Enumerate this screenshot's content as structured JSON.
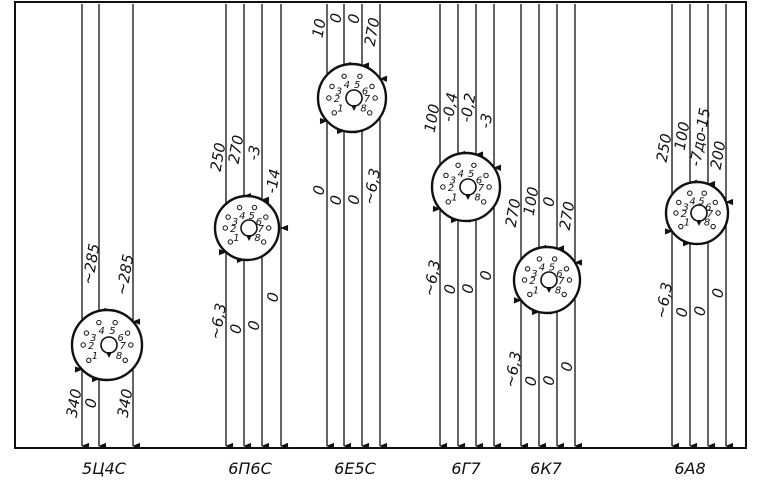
{
  "tubes": [
    {
      "name": "5Ц4С",
      "pins": [
        "1",
        "2",
        "3",
        "4",
        "5",
        "6",
        "7",
        "8"
      ],
      "wires": [
        {
          "top": "",
          "bottom": "340"
        },
        {
          "top": "~285",
          "bottom": "0"
        },
        {
          "top": "~285",
          "bottom": "340"
        }
      ]
    },
    {
      "name": "6П6С",
      "pins": [
        "1",
        "2",
        "3",
        "4",
        "5",
        "6",
        "7",
        "8"
      ],
      "wires": [
        {
          "top": "250",
          "bottom": "~6,3"
        },
        {
          "top": "270",
          "bottom": "0"
        },
        {
          "top": "-3",
          "bottom": "0"
        },
        {
          "top": "-14",
          "bottom": "0"
        }
      ]
    },
    {
      "name": "6Е5С",
      "pins": [
        "1",
        "2",
        "3",
        "4",
        "5",
        "6",
        "7",
        "8"
      ],
      "wires": [
        {
          "top": "10",
          "bottom": "0"
        },
        {
          "top": "0",
          "bottom": "0"
        },
        {
          "top": "0",
          "bottom": "0"
        },
        {
          "top": "270",
          "bottom": "~6,3"
        }
      ]
    },
    {
      "name": "6Г7",
      "pins": [
        "1",
        "2",
        "3",
        "4",
        "5",
        "6",
        "7",
        "8"
      ],
      "wires": [
        {
          "top": "100",
          "bottom": "~6,3"
        },
        {
          "top": "-0,4",
          "bottom": "0"
        },
        {
          "top": "-0,2",
          "bottom": "0"
        },
        {
          "top": "-3",
          "bottom": "0"
        }
      ]
    },
    {
      "name": "6К7",
      "pins": [
        "1",
        "2",
        "3",
        "4",
        "5",
        "6",
        "7",
        "8"
      ],
      "wires": [
        {
          "top": "270",
          "bottom": "~6,3"
        },
        {
          "top": "100",
          "bottom": "0"
        },
        {
          "top": "0",
          "bottom": "0"
        },
        {
          "top": "270",
          "bottom": "0"
        }
      ]
    },
    {
      "name": "6А8",
      "pins": [
        "1",
        "2",
        "3",
        "4",
        "5",
        "6",
        "7",
        "8"
      ],
      "wires": [
        {
          "top": "250",
          "bottom": "~6,3"
        },
        {
          "top": "100",
          "bottom": "0"
        },
        {
          "top": "-7до-15",
          "bottom": "0"
        },
        {
          "top": "200",
          "bottom": "0"
        }
      ]
    }
  ]
}
